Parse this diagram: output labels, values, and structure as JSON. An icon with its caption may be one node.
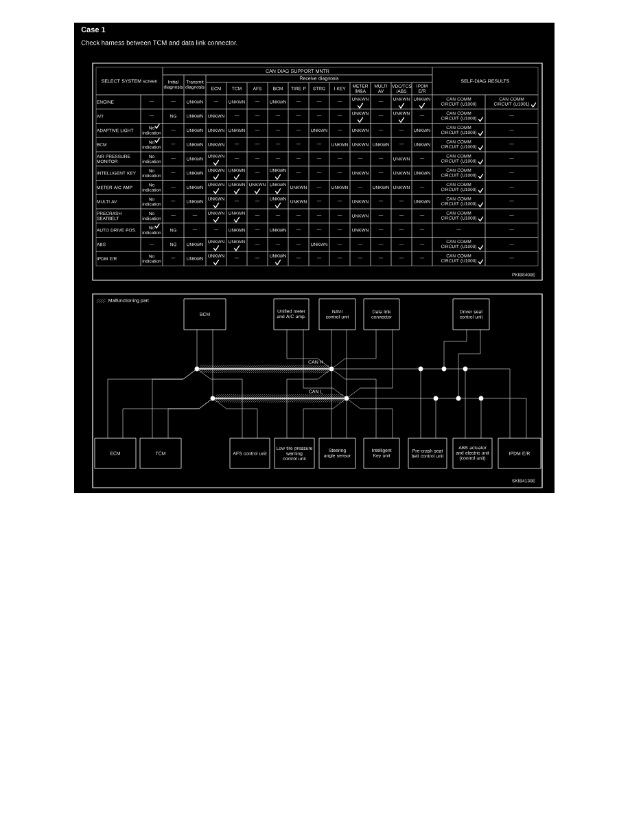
{
  "diagram": {
    "title": "Case 1",
    "nodes": [
      {
        "text": [
          "BCM"
        ]
      },
      {
        "text": [
          "Unified meter and A/C amp."
        ]
      },
      {
        "text": [
          "NAVI control unit"
        ]
      },
      {
        "text": [
          "Data link connector"
        ]
      },
      {
        "text": [
          "Driver seat control unit"
        ]
      },
      {
        "text": [
          "ECM"
        ]
      },
      {
        "text": [
          "TCM"
        ]
      },
      {
        "text": [
          "AFS control unit"
        ]
      },
      {
        "text": [
          "Low tire pressure warning control unit"
        ]
      },
      {
        "text": [
          "Steering angle sensor"
        ]
      },
      {
        "text": [
          "Intelligent Key unit"
        ]
      },
      {
        "text": [
          "Pre-crash seat belt control unit"
        ]
      },
      {
        "text": [
          "ABS actuator and electric unit (control unit)"
        ]
      },
      {
        "text": [
          "IPDM E/R"
        ]
      },
      {
        "text": [],
        "shape": "circle"
      },
      {
        "text": [],
        "shape": "circle"
      },
      {
        "text": [],
        "shape": "circle"
      },
      {
        "text": [],
        "shape": "circle"
      },
      {
        "text": [],
        "shape": "circle"
      },
      {
        "text": [],
        "shape": "circle"
      },
      {
        "text": [],
        "shape": "circle"
      },
      {
        "text": [],
        "shape": "circle"
      },
      {
        "text": [],
        "shape": "circle"
      },
      {
        "text": [],
        "shape": "circle"
      }
    ],
    "edges": [
      {
        "from": 0,
        "to": 14,
        "arrow": "none"
      },
      {
        "from": 5,
        "to": 14,
        "arrow": "none"
      },
      {
        "from": 6,
        "to": 14,
        "arrow": "none"
      },
      {
        "from": 7,
        "to": 14,
        "arrow": "none"
      },
      {
        "from": 0,
        "to": 19,
        "arrow": "none"
      },
      {
        "from": 5,
        "to": 19,
        "arrow": "none"
      },
      {
        "from": 6,
        "to": 19,
        "arrow": "none"
      },
      {
        "from": 7,
        "to": 19,
        "arrow": "none"
      },
      {
        "from": 1,
        "to": 15,
        "arrow": "none"
      },
      {
        "from": 2,
        "to": 15,
        "arrow": "none"
      },
      {
        "from": 3,
        "to": 15,
        "arrow": "none"
      },
      {
        "from": 8,
        "to": 15,
        "arrow": "none"
      },
      {
        "from": 9,
        "to": 15,
        "arrow": "none"
      },
      {
        "from": 10,
        "to": 15,
        "arrow": "none"
      },
      {
        "from": 1,
        "to": 20,
        "arrow": "none"
      },
      {
        "from": 2,
        "to": 20,
        "arrow": "none"
      },
      {
        "from": 3,
        "to": 20,
        "arrow": "none"
      },
      {
        "from": 8,
        "to": 20,
        "arrow": "none"
      },
      {
        "from": 9,
        "to": 20,
        "arrow": "none"
      },
      {
        "from": 10,
        "to": 20,
        "arrow": "none"
      },
      {
        "from": 11,
        "to": 16,
        "arrow": "none"
      },
      {
        "from": 4,
        "to": 17,
        "arrow": "none"
      },
      {
        "from": 12,
        "to": 18,
        "arrow": "none"
      },
      {
        "from": 11,
        "to": 21,
        "arrow": "none"
      },
      {
        "from": 4,
        "to": 22,
        "arrow": "none"
      },
      {
        "from": 12,
        "to": 23,
        "arrow": "none"
      },
      {
        "from": 14,
        "to": 15,
        "arrow": "none",
        "style": "thick"
      },
      {
        "from": 15,
        "to": 16,
        "arrow": "none"
      },
      {
        "from": 16,
        "to": 17,
        "arrow": "none"
      },
      {
        "from": 17,
        "to": 18,
        "arrow": "none"
      },
      {
        "from": 18,
        "to": 13,
        "arrow": "none"
      },
      {
        "from": 19,
        "to": 20,
        "arrow": "none",
        "style": "thick"
      },
      {
        "from": 20,
        "to": 21,
        "arrow": "none"
      },
      {
        "from": 21,
        "to": 22,
        "arrow": "none"
      },
      {
        "from": 22,
        "to": 23,
        "arrow": "none"
      },
      {
        "from": 23,
        "to": 13,
        "arrow": "none"
      }
    ],
    "labels": [
      "Check harness between TCM and data link connector.",
      "SELECT SYSTEM screen",
      "CAN DIAG SUPPORT MNTR",
      "SELF-DIAG RESULTS",
      "Receive diagnosis",
      "Initial diagnosis",
      "Transmit diagnosis",
      "ECM",
      "TCM",
      "AFS",
      "BCM",
      "TIRE P",
      "STRG",
      "I KEY",
      "METER /M&A",
      "MULTI AV",
      "VDC/TCS /ABS",
      "IPDM E/R",
      "ENGINE",
      "—",
      "—",
      "UNKWN",
      "—",
      "UNKWN",
      "—",
      "UNKWN",
      "—",
      "—",
      "—",
      "UNKWN",
      "—",
      "UNKWN",
      "UNKWN",
      "CAN COMM CIRCUIT (U1000)",
      "CAN COMM CIRCUIT (U1001)",
      "A/T",
      "—",
      "NG",
      "UNKWN",
      "UNKWN",
      "—",
      "—",
      "—",
      "—",
      "—",
      "—",
      "UNKWN",
      "—",
      "UNKWN",
      "—",
      "CAN COMM CIRCUIT (U1000)",
      "—",
      "ADAPTIVE LIGHT",
      "No indication",
      "—",
      "UNKWN",
      "UNKWN",
      "UNKWN",
      "—",
      "—",
      "—",
      "UNKWN",
      "—",
      "UNKWN",
      "—",
      "—",
      "UNKWN",
      "CAN COMM CIRCUIT (U1000)",
      "—",
      "BCM",
      "No indication",
      "—",
      "UNKWN",
      "UNKWN",
      "—",
      "—",
      "—",
      "—",
      "—",
      "UNKWN",
      "UNKWN",
      "UNKWN",
      "—",
      "UNKWN",
      "CAN COMM CIRCUIT (U1000)",
      "—",
      "AIR PRESSURE MONITOR",
      "No indication",
      "—",
      "UNKWN",
      "UNKWN",
      "—",
      "—",
      "—",
      "—",
      "—",
      "—",
      "—",
      "—",
      "UNKWN",
      "—",
      "CAN COMM CIRCUIT (U1000)",
      "—",
      "INTELLIGENT KEY",
      "No indication",
      "—",
      "UNKWN",
      "UNKWN",
      "UNKWN",
      "—",
      "UNKWN",
      "—",
      "—",
      "—",
      "UNKWN",
      "—",
      "UNKWN",
      "UNKWN",
      "CAN COMM CIRCUIT (U1000)",
      "—",
      "METER A/C AMP",
      "No indication",
      "—",
      "UNKWN",
      "UNKWN",
      "UNKWN",
      "UNKWN",
      "UNKWN",
      "UNKWN",
      "—",
      "UNKWN",
      "—",
      "UNKWN",
      "UNKWN",
      "—",
      "CAN COMM CIRCUIT (U1000)",
      "—",
      "MULTI AV",
      "No indication",
      "—",
      "UNKWN",
      "UNKWN",
      "—",
      "—",
      "UNKWN",
      "UNKWN",
      "—",
      "—",
      "UNKWN",
      "—",
      "—",
      "UNKWN",
      "CAN COMM CIRCUIT (U1000)",
      "—",
      "PRECRASH SEATBELT",
      "No indication",
      "—",
      "—",
      "UNKWN",
      "UNKWN",
      "—",
      "—",
      "—",
      "—",
      "—",
      "UNKWN",
      "—",
      "—",
      "—",
      "CAN COMM CIRCUIT (U1000)",
      "—",
      "AUTO DRIVE POS.",
      "No indication",
      "NG",
      "—",
      "—",
      "UNKWN",
      "—",
      "UNKWN",
      "—",
      "—",
      "—",
      "UNKWN",
      "—",
      "—",
      "—",
      "—",
      "—",
      "ABS",
      "—",
      "NG",
      "UNKWN",
      "UNKWN",
      "UNKWN",
      "—",
      "—",
      "—",
      "UNKWN",
      "—",
      "—",
      "—",
      "—",
      "—",
      "CAN COMM CIRCUIT (U1000)",
      "—",
      "IPDM E/R",
      "No indication",
      "—",
      "UNKWN",
      "UNKWN",
      "—",
      "—",
      "UNKWN",
      "—",
      "—",
      "—",
      "—",
      "—",
      "—",
      "—",
      "CAN COMM CIRCUIT (U1000)",
      "—",
      "PKIB8400E",
      "CAN H",
      "CAN L",
      "SKIB4130E"
    ],
    "legend": [
      {
        "text": ": Malfunctioning part"
      }
    ]
  }
}
